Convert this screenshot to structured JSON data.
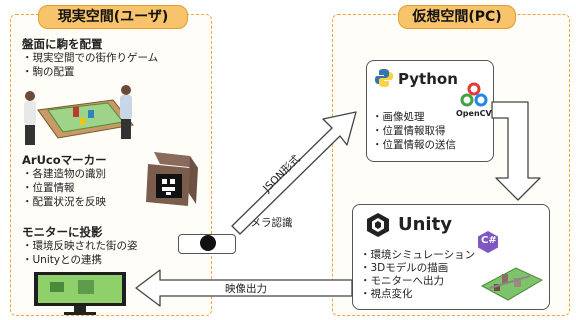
{
  "left_panel": {
    "title": "現実空間(ユーザ)",
    "board": {
      "title": "盤面に駒を配置",
      "items": [
        "現実空間での街作りゲーム",
        "駒の配置"
      ]
    },
    "aruco": {
      "title": "ArUcoマーカー",
      "items": [
        "各建造物の識別",
        "位置情報",
        "配置状況を反映"
      ]
    },
    "monitor": {
      "title": "モニターに投影",
      "items": [
        "環境反映された街の姿",
        "Unityとの連携"
      ]
    }
  },
  "right_panel": {
    "title": "仮想空間(PC)",
    "python": {
      "name": "Python",
      "opencv_label": "OpenCV",
      "items": [
        "画像処理",
        "位置情報取得",
        "位置情報の送信"
      ]
    },
    "unity": {
      "name": "Unity",
      "csharp_label": "C#",
      "items": [
        "環境シミュレーション",
        "3Dモデルの描画",
        "モニターへ出力",
        "視点変化"
      ]
    }
  },
  "arrows": {
    "json_label": "JSON形式",
    "camera_label": "カメラ認識",
    "video_label": "映像出力"
  },
  "colors": {
    "panel_border": "#f2a23b",
    "title_fill": "#f7c36b",
    "python_blue": "#3776ab",
    "python_yellow": "#ffd343",
    "unity_dark": "#222222",
    "csharp_purple": "#7e57c2",
    "grass_green": "#7cc36a"
  }
}
